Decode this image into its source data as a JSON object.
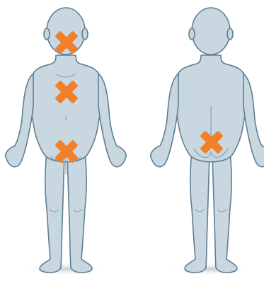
{
  "colors": {
    "background": "#ffffff",
    "body_fill": "#c9d7e0",
    "body_stroke": "#5f7f95",
    "body_detail": "#8aa4b5",
    "marker": "#f27f2a",
    "floor_shadow": "#c8d5de"
  },
  "figures": [
    {
      "view": "front",
      "markers": [
        {
          "region": "mouth",
          "icon": "x-mark"
        },
        {
          "region": "chest",
          "icon": "x-mark"
        },
        {
          "region": "groin",
          "icon": "x-mark"
        }
      ]
    },
    {
      "view": "back",
      "markers": [
        {
          "region": "buttocks",
          "icon": "x-mark"
        }
      ]
    }
  ]
}
